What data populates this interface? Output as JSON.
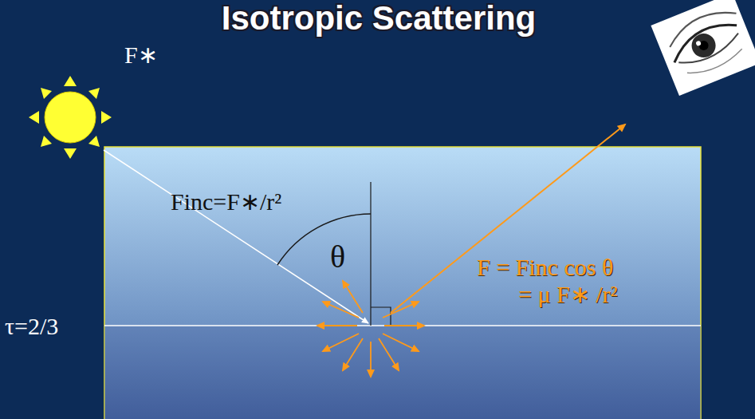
{
  "diagram": {
    "title": "Isotropic Scattering",
    "labels": [
      "F∗",
      "Finc=F∗/r²",
      "θ",
      "F = Finc cos θ",
      "= μ F∗ /r²",
      "τ=2/3"
    ]
  }
}
